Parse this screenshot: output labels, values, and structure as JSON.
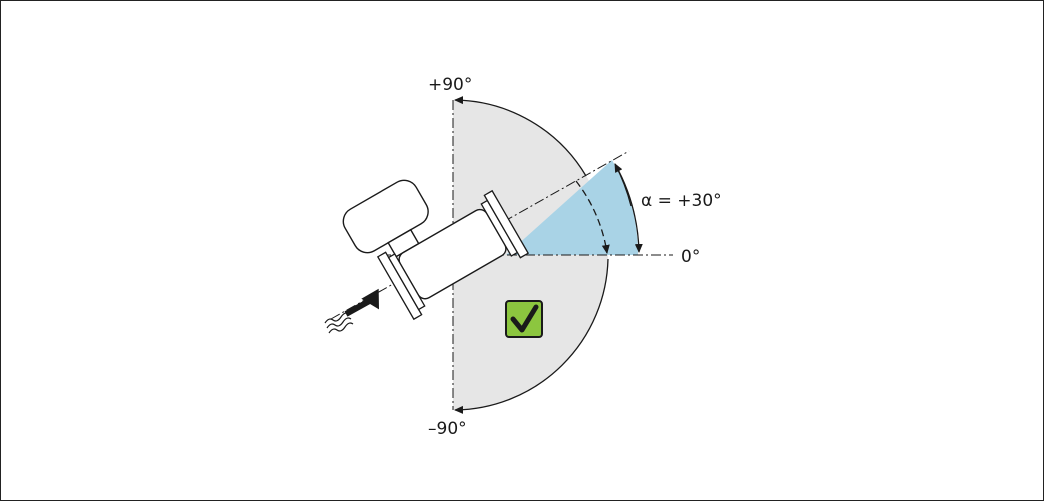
{
  "diagram": {
    "labels": {
      "plus90": "+90°",
      "minus90": "–90°",
      "zero": "0°",
      "alpha": "α = +30°"
    },
    "colors": {
      "sector_fill": "#e6e6e6",
      "alpha_fill": "#a9d3e6",
      "check_fill": "#8cc63f",
      "line": "#1a1a1a"
    },
    "icons": [
      "flow-direction-icon",
      "checkmark-icon"
    ]
  }
}
